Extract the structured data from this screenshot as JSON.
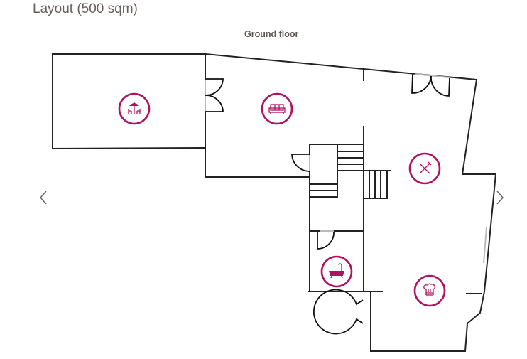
{
  "header": {
    "title": "Layout (500 sqm)"
  },
  "floorplan": {
    "floor_label": "Ground floor",
    "accent_color": "#b0125f",
    "rooms": [
      {
        "name": "terrace",
        "icon": "terrace-umbrella-icon"
      },
      {
        "name": "living-room",
        "icon": "sofa-icon"
      },
      {
        "name": "dining-room",
        "icon": "cutlery-icon"
      },
      {
        "name": "bathroom",
        "icon": "bathtub-icon"
      },
      {
        "name": "kitchen",
        "icon": "chef-hat-icon"
      }
    ]
  },
  "navigation": {
    "prev_icon": "chevron-left-icon",
    "next_icon": "chevron-right-icon"
  }
}
